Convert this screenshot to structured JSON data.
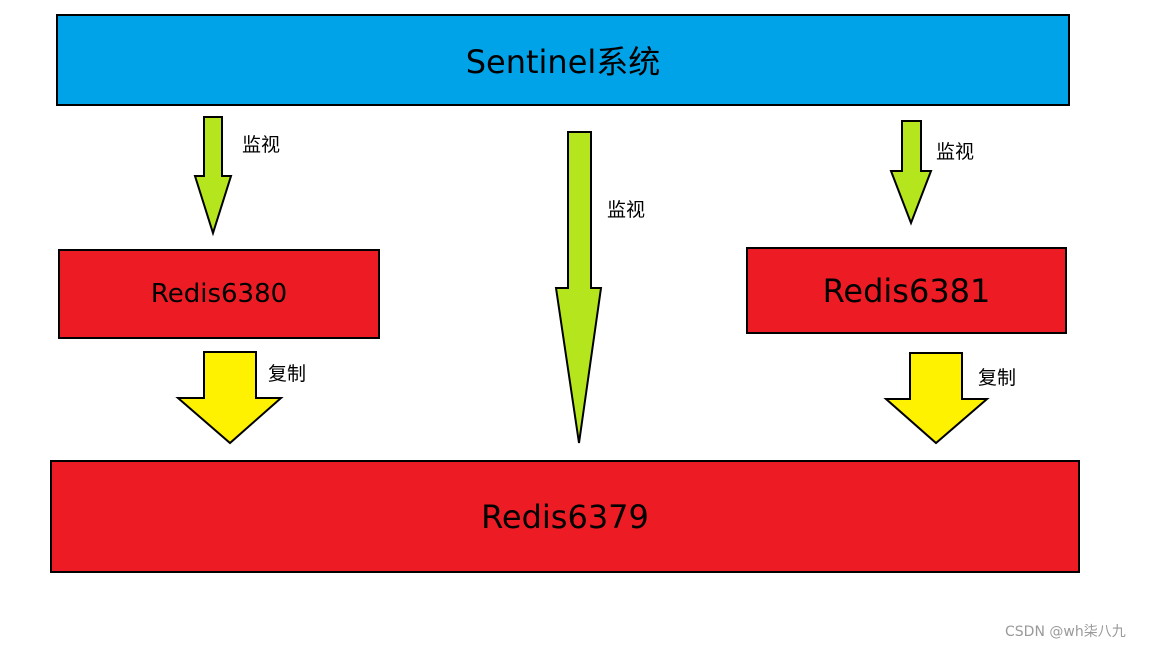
{
  "colors": {
    "sentinel_fill": "#00a2e8",
    "redis_fill": "#ed1c24",
    "monitor_arrow": "#b5e61d",
    "replicate_arrow": "#fff200",
    "border": "#000000",
    "watermark": "#9a9a9a"
  },
  "nodes": {
    "sentinel": "Sentinel系统",
    "redis6380": "Redis6380",
    "redis6381": "Redis6381",
    "redis6379": "Redis6379"
  },
  "edges": {
    "monitor_left": "监视",
    "monitor_middle": "监视",
    "monitor_right": "监视",
    "replicate_left": "复制",
    "replicate_right": "复制"
  },
  "watermark": "CSDN @wh柒八九"
}
